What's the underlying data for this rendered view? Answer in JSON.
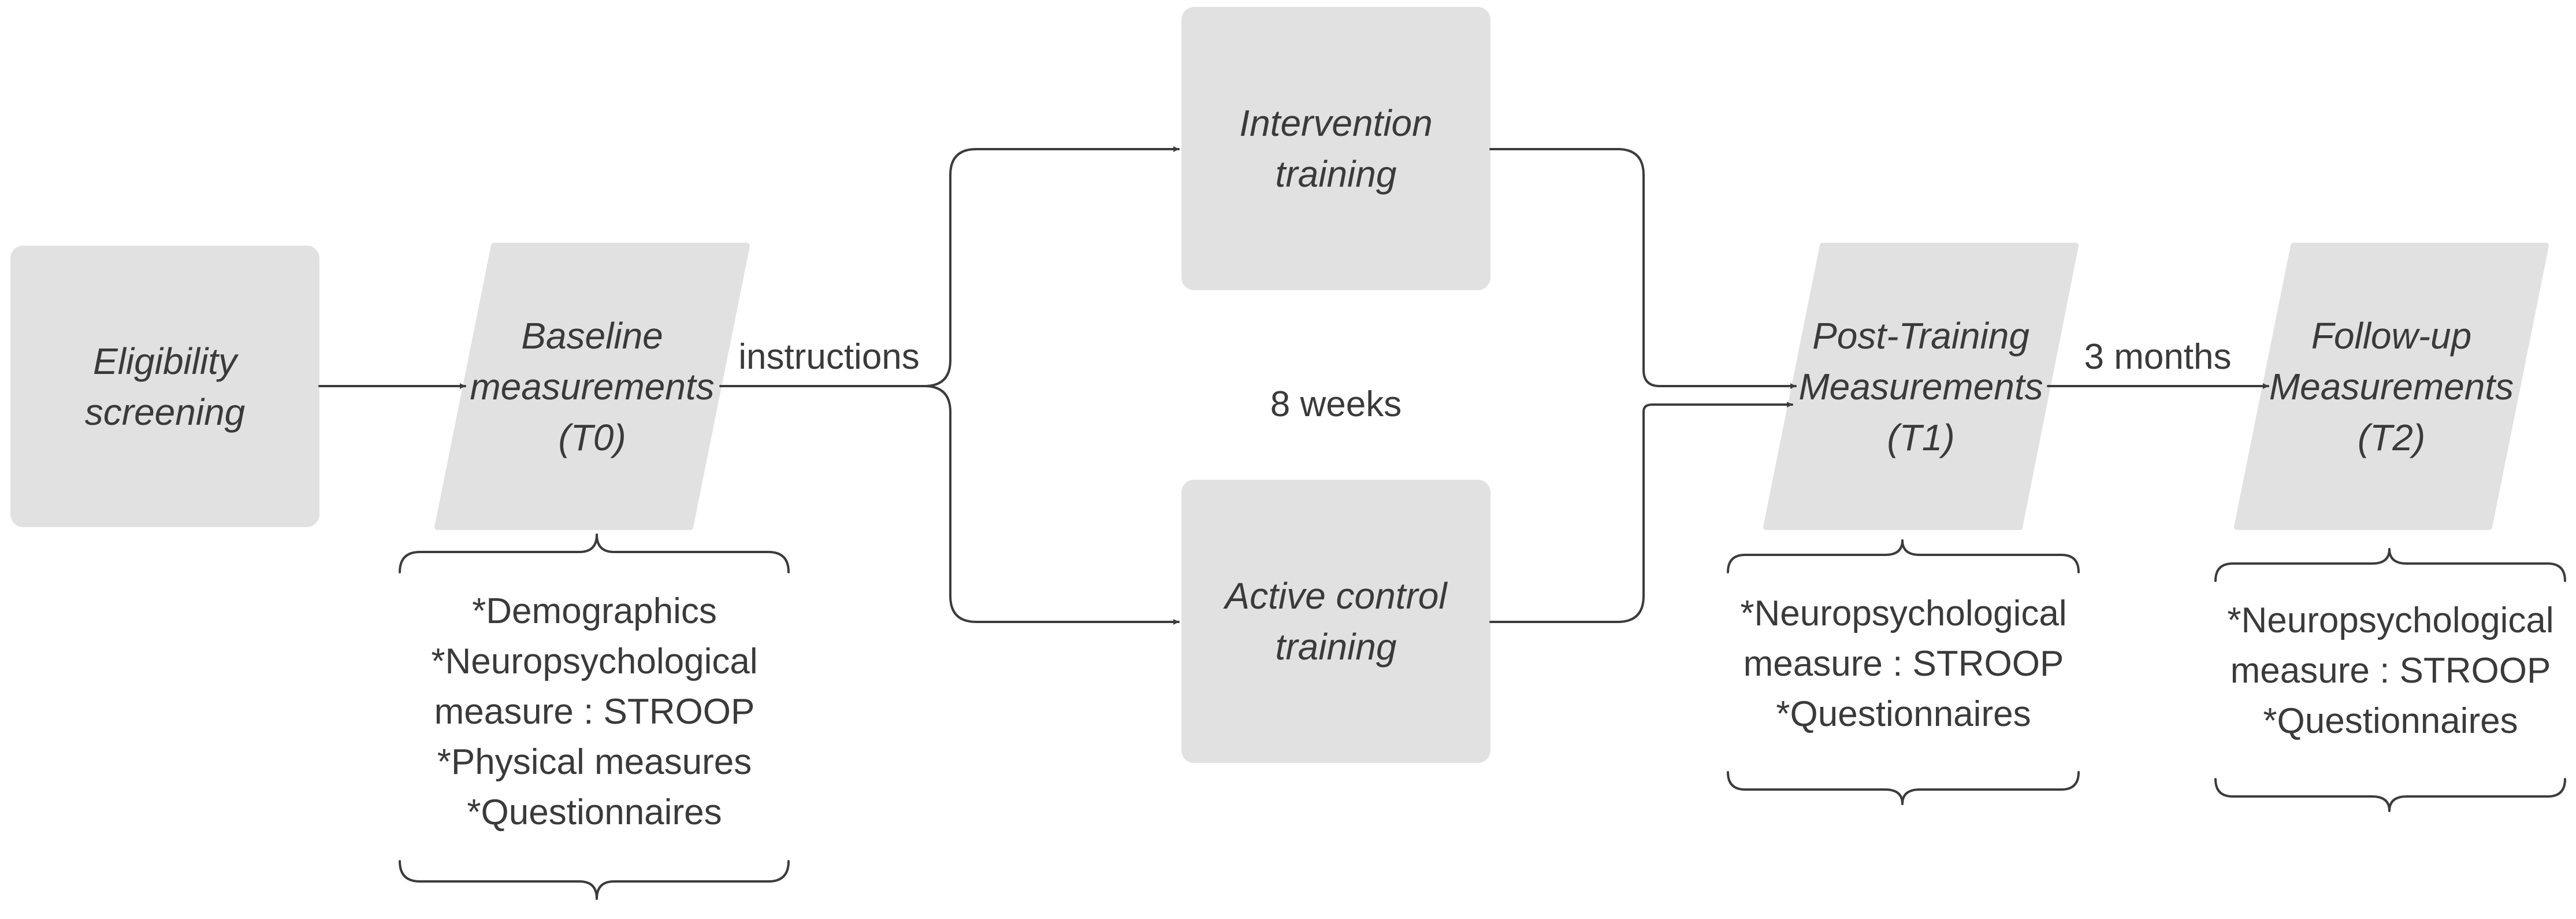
{
  "colors": {
    "box_fill": "#e1e1e1",
    "stroke": "#3c3c3c",
    "text": "#3a3a3a"
  },
  "nodes": {
    "eligibility": {
      "lines": [
        "Eligibility",
        "screening"
      ]
    },
    "baseline": {
      "lines": [
        "Baseline",
        "measurements",
        "(T0)"
      ]
    },
    "intervention": {
      "lines": [
        "Intervention",
        "training"
      ]
    },
    "active_control": {
      "lines": [
        "Active control",
        "training"
      ]
    },
    "post_training": {
      "lines": [
        "Post-Training",
        "Measurements",
        "(T1)"
      ]
    },
    "follow_up": {
      "lines": [
        "Follow-up",
        "Measurements",
        "(T2)"
      ]
    }
  },
  "edge_labels": {
    "instructions": "instructions",
    "duration": "8 weeks",
    "followup_delay": "3 months"
  },
  "notes": {
    "baseline": [
      "*Demographics",
      "*Neuropsychological",
      "measure : STROOP",
      "*Physical measures",
      "*Questionnaires"
    ],
    "post_training": [
      "*Neuropsychological",
      "measure : STROOP",
      "*Questionnaires"
    ],
    "follow_up": [
      "*Neuropsychological",
      "measure : STROOP",
      "*Questionnaires"
    ]
  }
}
